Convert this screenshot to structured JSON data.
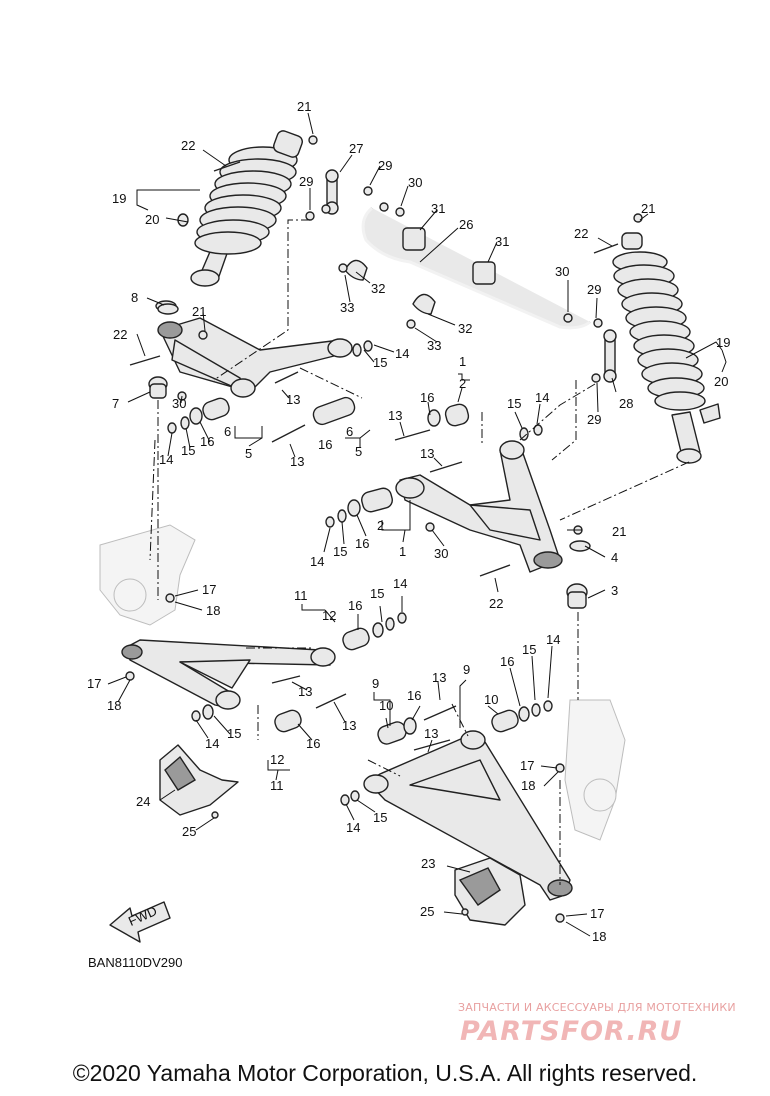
{
  "diagram": {
    "code": "BAN8110DV290",
    "callouts": [
      "1",
      "2",
      "3",
      "4",
      "5",
      "6",
      "7",
      "8",
      "9",
      "10",
      "11",
      "12",
      "13",
      "14",
      "15",
      "16",
      "17",
      "18",
      "19",
      "20",
      "21",
      "22",
      "23",
      "24",
      "25",
      "26",
      "27",
      "28",
      "29",
      "30",
      "31",
      "32",
      "33"
    ],
    "fwd_label": "FWD"
  },
  "watermark": {
    "line1": "ЗАПЧАСТИ И АКСЕССУАРЫ ДЛЯ МОТОТЕХНИКИ",
    "logo": "PARTSFOR.RU"
  },
  "footer": {
    "copyright": "©2020 Yamaha Motor Corporation, U.S.A. All rights reserved."
  }
}
